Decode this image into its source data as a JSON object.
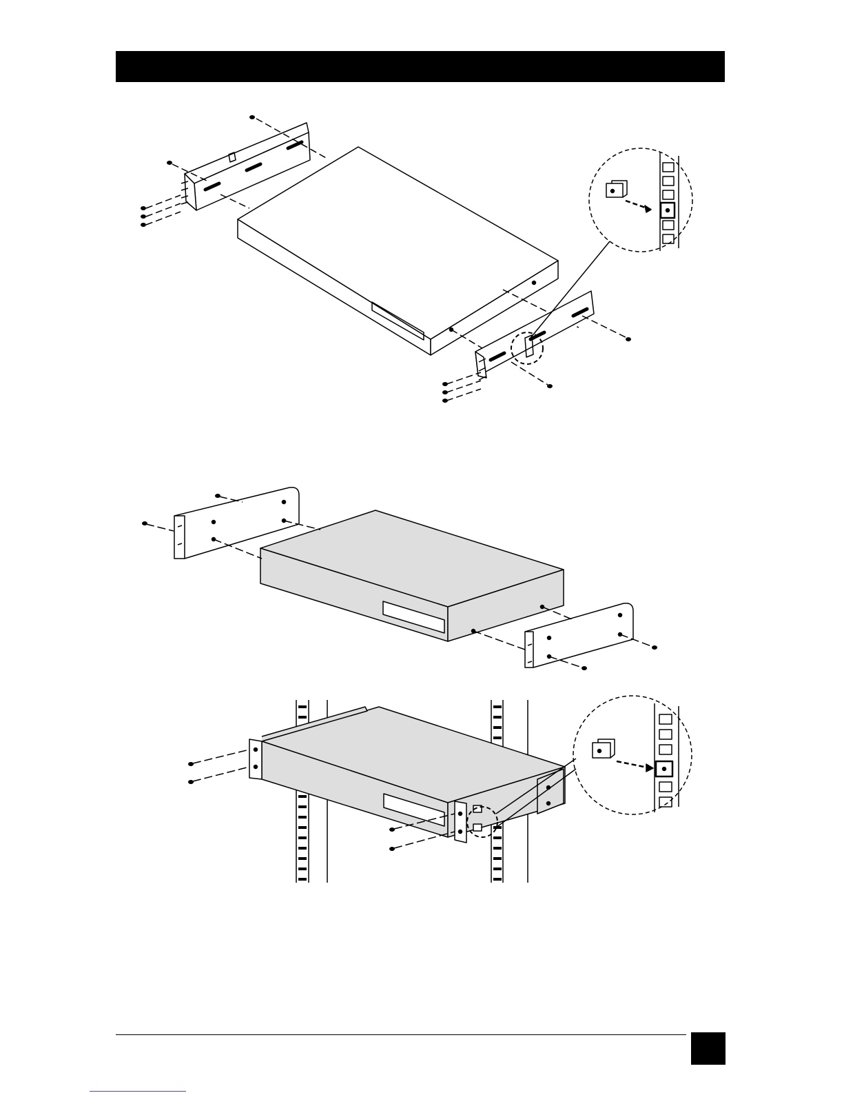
{
  "page": {
    "header_bar": "",
    "page_number_box": ""
  },
  "figures": [
    {
      "id": "fig-1",
      "depicts": "mounting-brackets-attached-to-device-with-cage-nut-detail"
    },
    {
      "id": "fig-2",
      "depicts": "flush-mount-brackets-attached-to-device"
    },
    {
      "id": "fig-3",
      "depicts": "device-installed-in-rack-with-cage-nut-detail"
    }
  ],
  "colors": {
    "ink": "#000000",
    "device_fill_figure_2_3": "#dedede",
    "device_fill_figure_1": "#ffffff"
  }
}
